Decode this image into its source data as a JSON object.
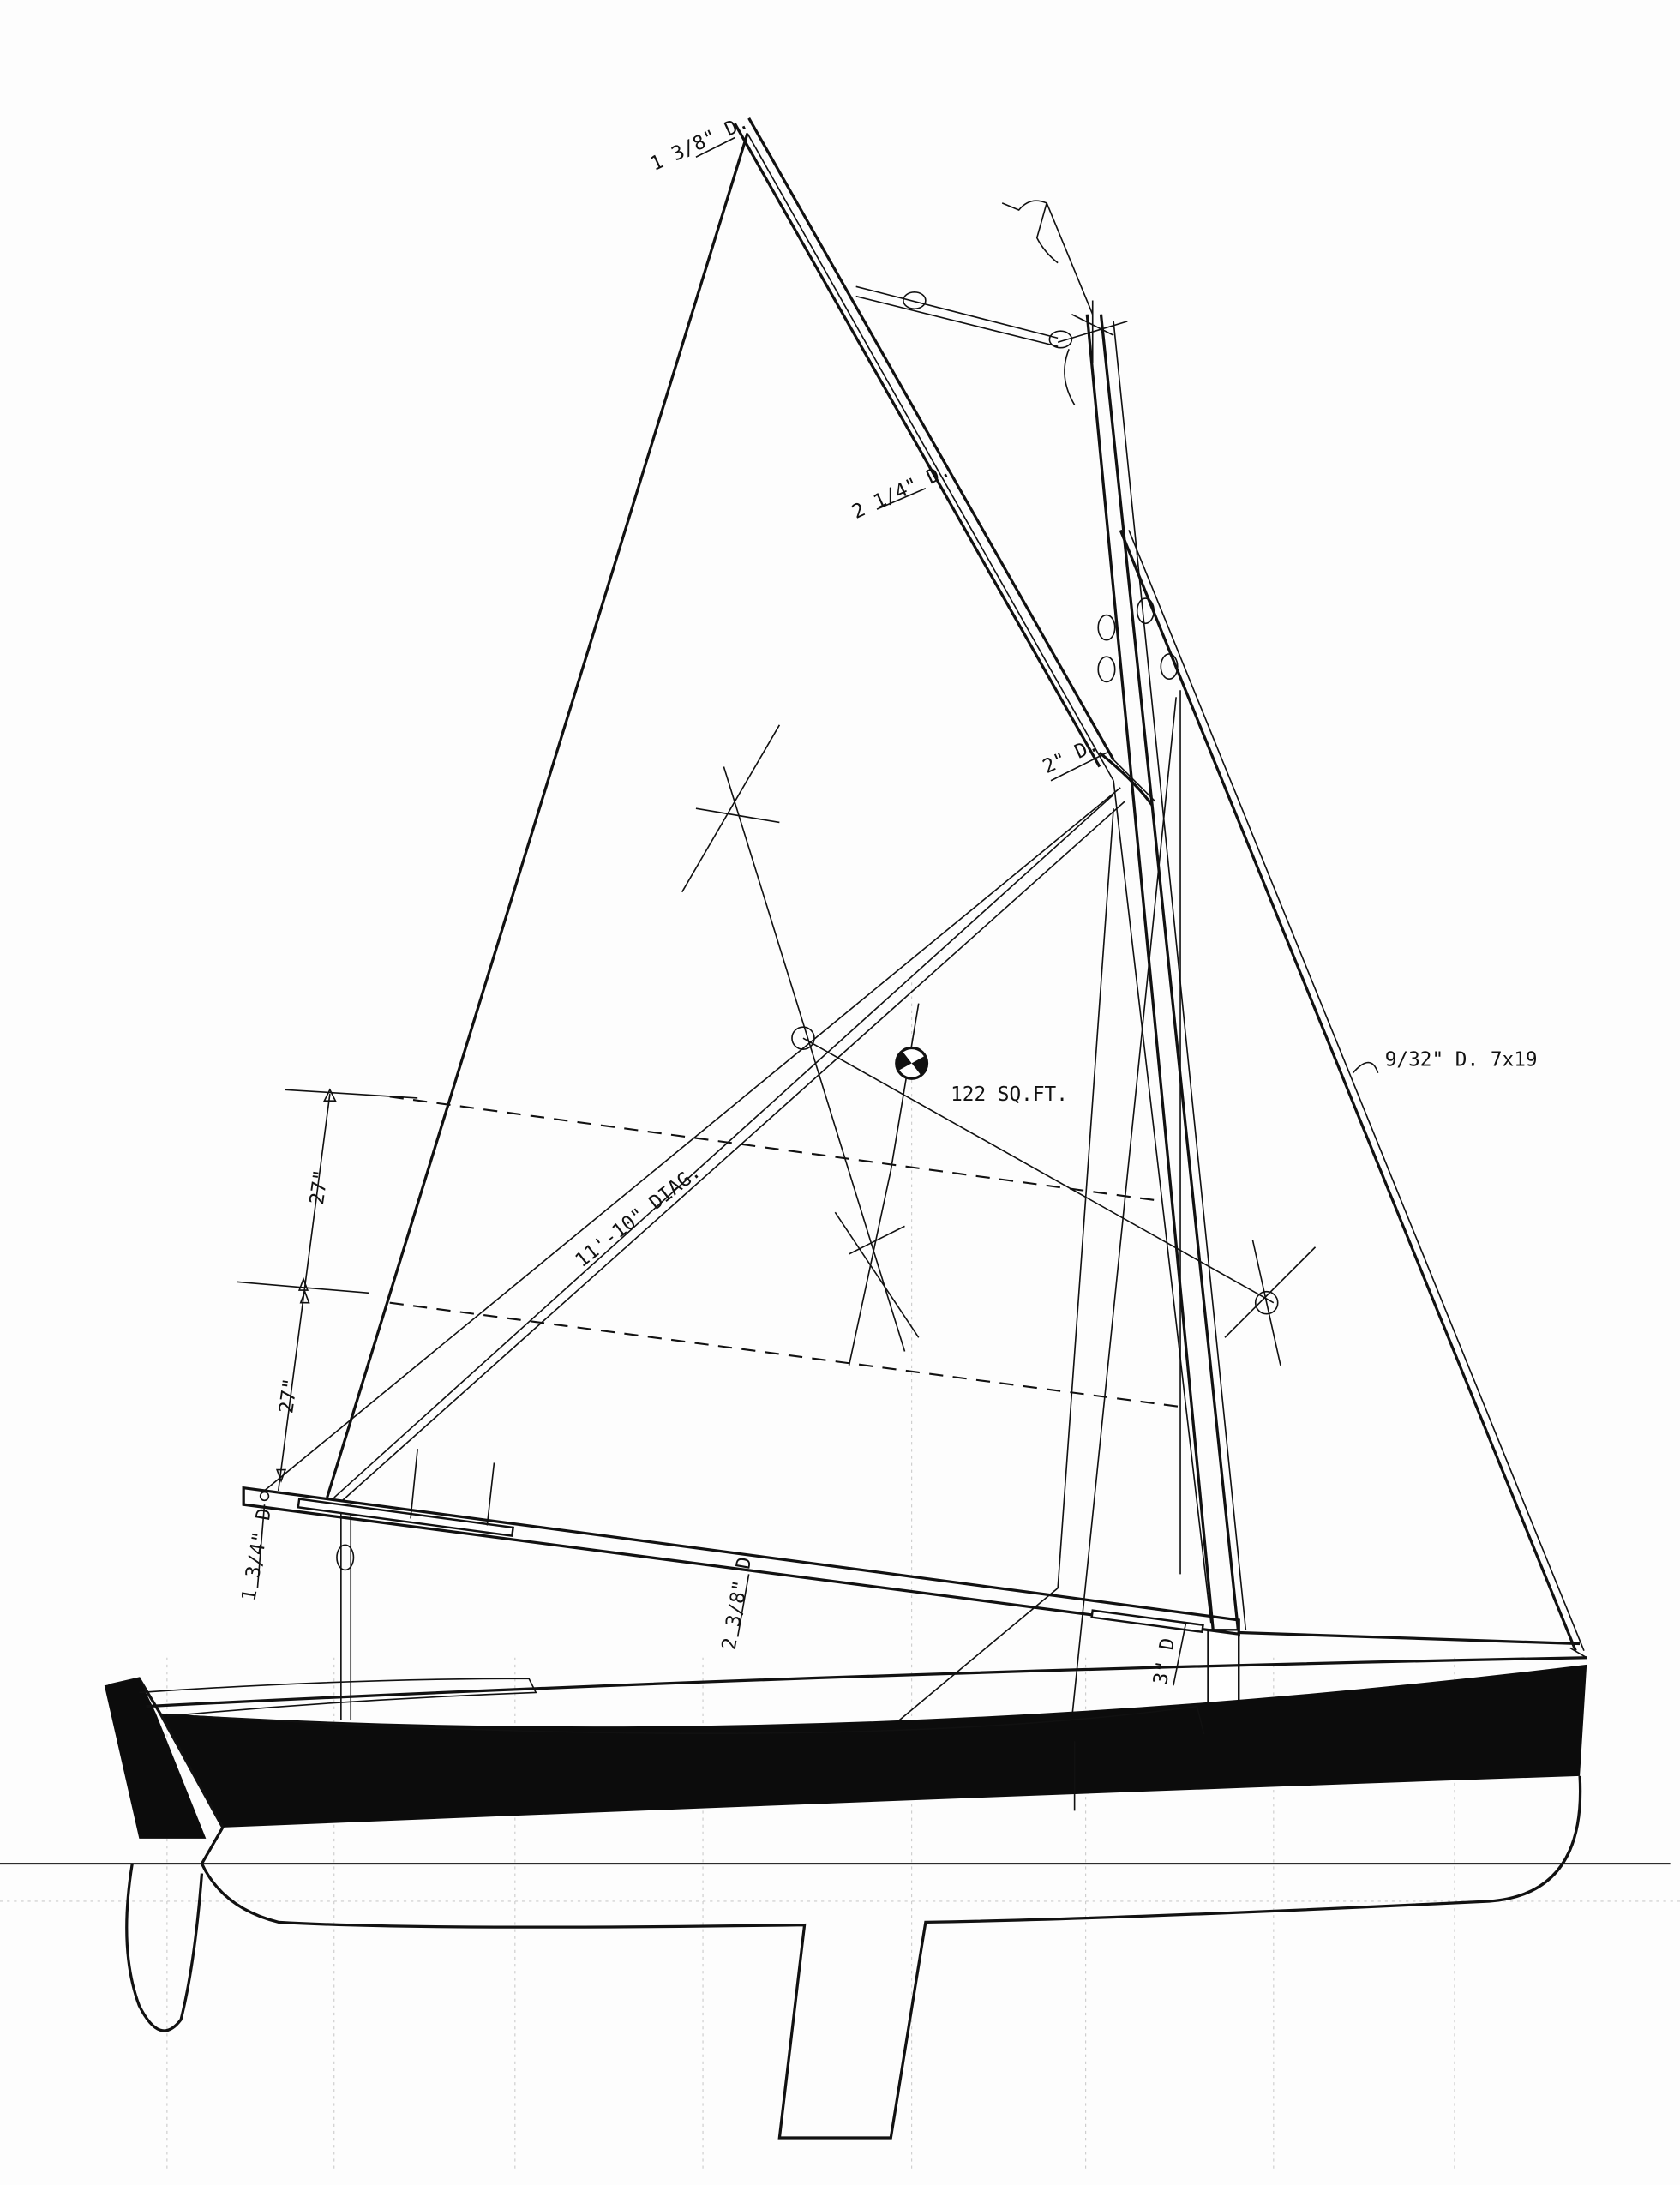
{
  "drawing": {
    "labels": {
      "gaff_peak_dia": "1 3/8\" D.",
      "gaff_dia": "2 1/4\" D.",
      "gaff_jaw_dia": "2\" D.",
      "sail_area": "122 SQ.FT.",
      "forestay": "9/32\" D. 7x19",
      "diagonal": "11'-10\" DIAG.",
      "upper_dim": "27\"",
      "lower_dim": "27\"",
      "boom_end_dia": "1 3/4\" D",
      "boom_dia": "2 3/8\" D",
      "mast_base_dia": "3\" D"
    },
    "colors": {
      "ink": "#111111",
      "paper": "#fdfdfd",
      "grid": "#cccccc"
    }
  }
}
